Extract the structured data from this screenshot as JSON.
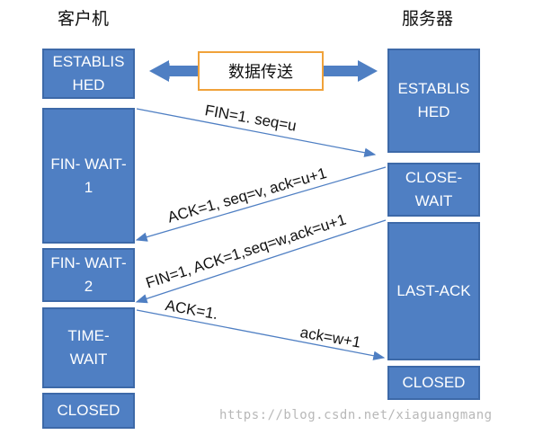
{
  "headers": {
    "client": "客户机",
    "server": "服务器"
  },
  "client_states": [
    "ESTABLIS HED",
    "FIN- WAIT-1",
    "FIN- WAIT-2",
    "TIME- WAIT",
    "CLOSED"
  ],
  "server_states": [
    "ESTABLIS HED",
    "CLOSE- WAIT",
    "LAST-ACK",
    "CLOSED"
  ],
  "data_transfer_label": "数据传送",
  "messages": [
    "FIN=1. seq=u",
    "ACK=1, seq=v, ack=u+1",
    "FIN=1, ACK=1,seq=w,ack=u+1",
    "ACK=1.",
    "ack=w+1"
  ],
  "watermark": "https://blog.csdn.net/xiaguangmang",
  "colors": {
    "state_fill": "#4f7fc3",
    "arrow": "#4f7fc3",
    "transfer_border": "#f0a23a"
  }
}
